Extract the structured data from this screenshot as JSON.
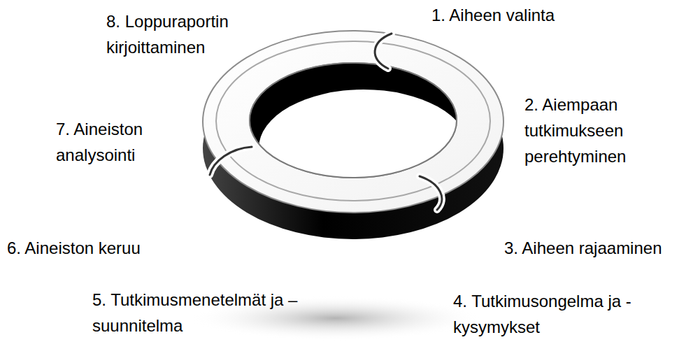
{
  "diagram": {
    "labels": [
      "1. Aiheen valinta",
      "2. Aiempaan tutkimukseen perehtyminen",
      "3. Aiheen rajaaminen",
      "4. Tutkimusongelma ja - kysymykset",
      "5. Tutkimusmenetelmät ja –suunnitelma",
      "6. Aineiston keruu",
      "7. Aineiston analysointi",
      "8. Loppuraportin kirjoittaminen"
    ]
  }
}
